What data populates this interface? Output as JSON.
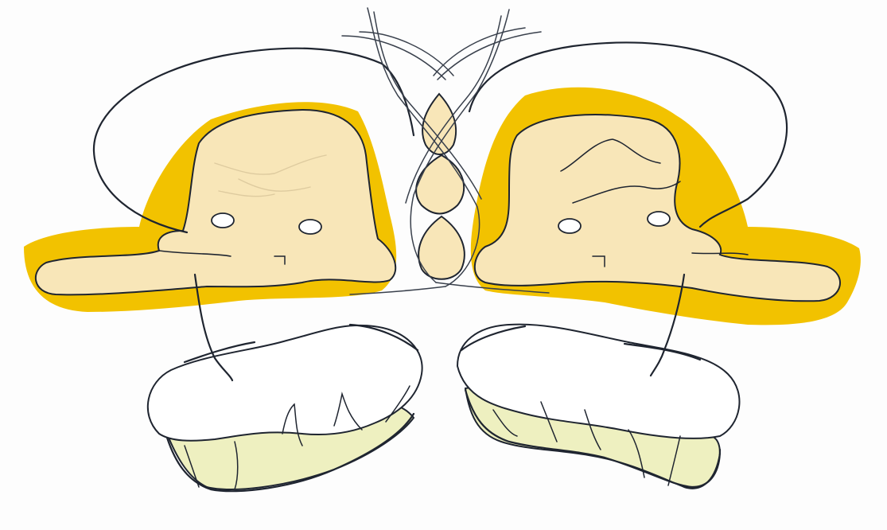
{
  "diagram": {
    "description_visible_text": "",
    "colors": {
      "background": "#fdfdfd",
      "outline": "#1f2530",
      "yellow_zone": "#f2c200",
      "cream_fill": "#f8e6b8",
      "pale_green_fill": "#eef0c0",
      "fiber_stroke": "#39404c"
    },
    "structures": [
      {
        "name": "left-hemisphere-section",
        "icon": "brain-lobe"
      },
      {
        "name": "right-hemisphere-section",
        "icon": "brain-lobe"
      },
      {
        "name": "midline-chiasm",
        "icon": "crossing-fibers"
      },
      {
        "name": "left-cerebellar-lobe",
        "icon": "cerebellum"
      },
      {
        "name": "right-cerebellar-lobe",
        "icon": "cerebellum"
      }
    ]
  }
}
